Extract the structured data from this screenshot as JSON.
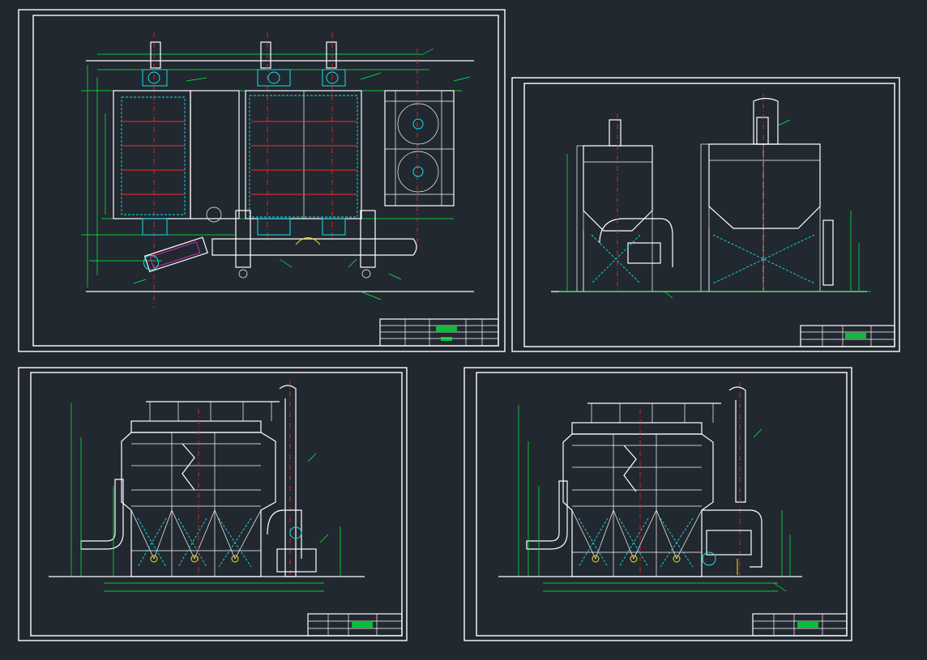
{
  "canvas": {
    "background": "#212830"
  },
  "palette": {
    "frame": "#ffffff",
    "dimension": "#00ff3c",
    "centerline": "#ff2a2a",
    "cyan": "#18e0e8",
    "yellow": "#ffe600",
    "magenta": "#ff2ad4"
  },
  "sheets": [
    {
      "id": "plan-view",
      "view": "plan"
    },
    {
      "id": "side-elevation",
      "view": "side"
    },
    {
      "id": "front-elevation-a",
      "view": "front"
    },
    {
      "id": "front-elevation-b",
      "view": "front"
    }
  ]
}
